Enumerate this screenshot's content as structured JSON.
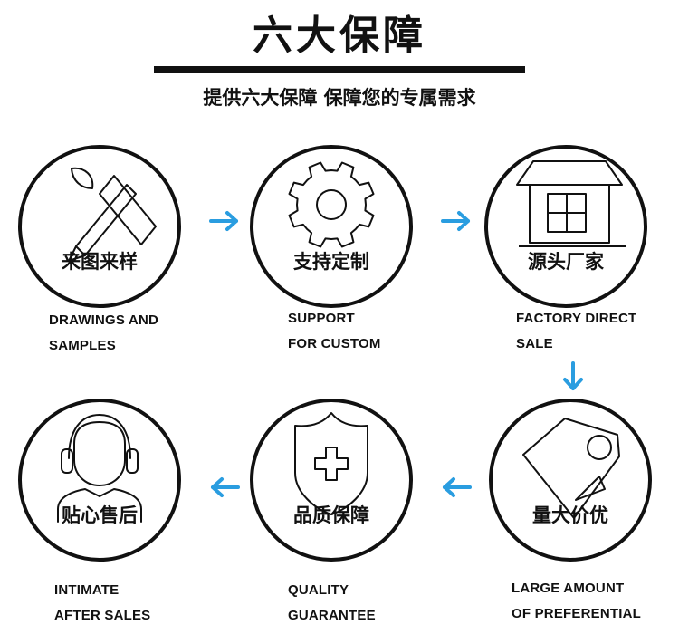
{
  "header": {
    "title": "六大保障",
    "subtitle": "提供六大保障 保障您的专属需求"
  },
  "colors": {
    "arrow": "#2a9de0",
    "stroke": "#111111"
  },
  "guarantees": [
    {
      "icon": "drawing-tools-icon",
      "cn": "来图来样",
      "en_lines": [
        "DRAWINGS AND",
        "SAMPLES"
      ]
    },
    {
      "icon": "gear-icon",
      "cn": "支持定制",
      "en_lines": [
        "SUPPORT",
        "FOR CUSTOM"
      ]
    },
    {
      "icon": "factory-house-icon",
      "cn": "源头厂家",
      "en_lines": [
        "FACTORY DIRECT",
        "SALE"
      ]
    },
    {
      "icon": "price-tag-icon",
      "cn": "量大价优",
      "en_lines": [
        "LARGE AMOUNT",
        "OF PREFERENTIAL"
      ]
    },
    {
      "icon": "shield-plus-icon",
      "cn": "品质保障",
      "en_lines": [
        "QUALITY",
        "GUARANTEE"
      ]
    },
    {
      "icon": "headset-agent-icon",
      "cn": "贴心售后",
      "en_lines": [
        "INTIMATE",
        "AFTER SALES"
      ]
    }
  ]
}
